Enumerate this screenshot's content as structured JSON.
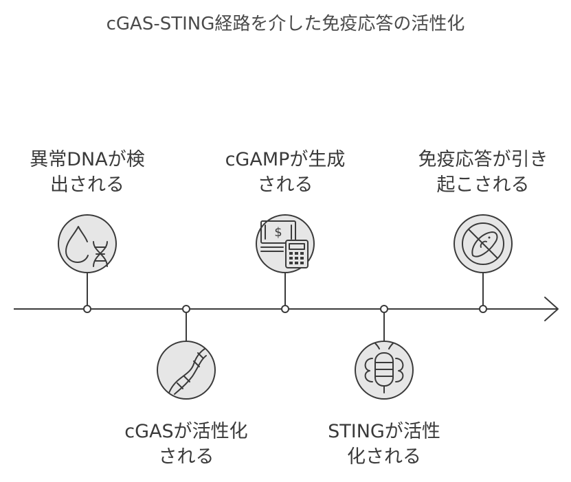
{
  "title": "cGAS-STING経路を介した免疫応答の活性化",
  "steps": [
    {
      "label": "異常DNAが検\n出される",
      "icon": "droplet-dna-icon"
    },
    {
      "label": "cGASが活性化\nされる",
      "icon": "dna-helix-icon"
    },
    {
      "label": "cGAMPが生成\nされる",
      "icon": "money-calculator-icon"
    },
    {
      "label": "STINGが活性\n化される",
      "icon": "bug-icon"
    },
    {
      "label": "免疫応答が引き\n起こされる",
      "icon": "no-bacteria-icon"
    }
  ],
  "colors": {
    "line": "#3a3a3a",
    "circle_fill": "#e6e6e6",
    "text": "#3a3a3a"
  }
}
